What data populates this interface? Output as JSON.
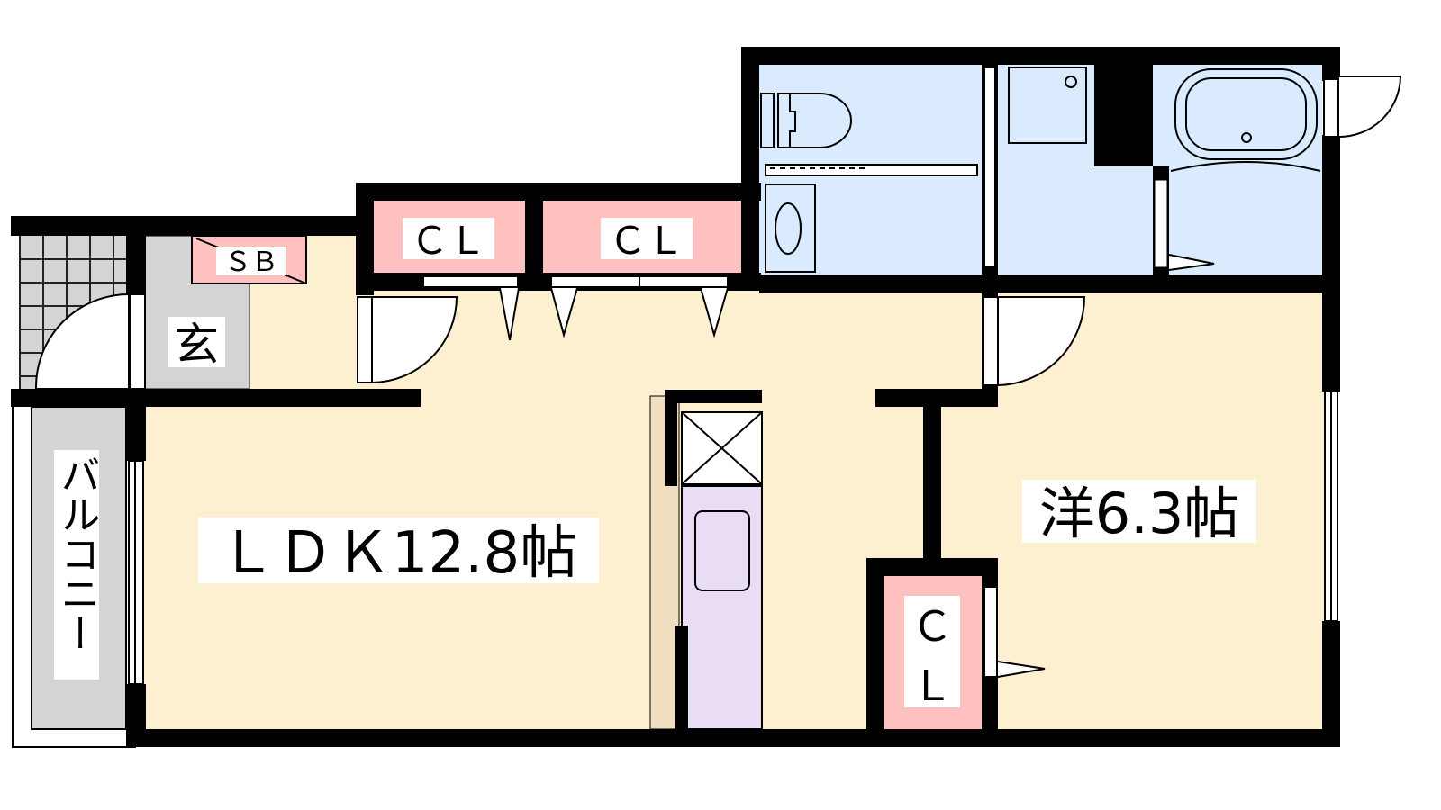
{
  "floor_plan": {
    "colors": {
      "wall": "#000000",
      "floor": "#FDF0D0",
      "closet": "#FFC0C0",
      "wet_area": "#DBEBFF",
      "entrance": "#D4D4D4",
      "kitchen": "#E8DDF5",
      "counter": "#F0DEC0"
    },
    "rooms": {
      "ldk": "ＬＤＫ12.8帖",
      "western": "洋6.3帖",
      "entrance": "玄",
      "balcony": "バルコニー",
      "shoe_box": "ＳＢ",
      "closet_1": "ＣＬ",
      "closet_2": "ＣＬ",
      "closet_3_line1": "Ｃ",
      "closet_3_line2": "Ｌ"
    }
  }
}
